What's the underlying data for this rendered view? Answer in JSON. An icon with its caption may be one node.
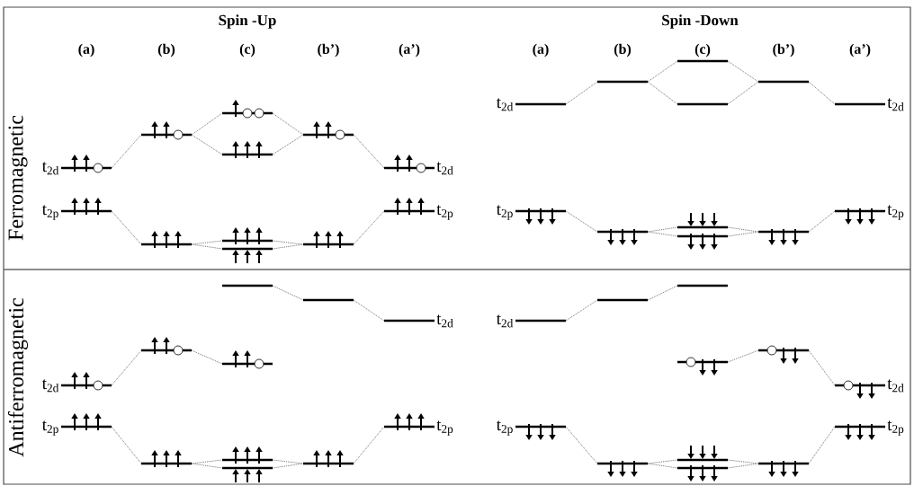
{
  "diagram": {
    "nodes": [
      {
        "text": [],
        "shape": "bar",
        "beside": [
          "t$_{2d}$"
        ]
      },
      {
        "text": [],
        "shape": "bar"
      },
      {
        "text": [],
        "shape": "bar"
      },
      {
        "text": [],
        "shape": "bar"
      },
      {
        "text": [],
        "shape": "bar"
      },
      {
        "text": [],
        "shape": "bar",
        "beside": [
          "t$_{2d}$"
        ]
      },
      {
        "text": [],
        "shape": "bar",
        "beside": [
          "t$_{2p}$"
        ]
      },
      {
        "text": [],
        "shape": "bar"
      },
      {
        "text": [],
        "shape": "bar"
      },
      {
        "text": [],
        "shape": "bar"
      },
      {
        "text": [],
        "shape": "bar"
      },
      {
        "text": [],
        "shape": "bar",
        "beside": [
          "t$_{2p}$"
        ]
      },
      {
        "text": [],
        "shape": "bar",
        "beside": [
          "t$_{2d}$"
        ]
      },
      {
        "text": [],
        "shape": "bar"
      },
      {
        "text": [],
        "shape": "bar"
      },
      {
        "text": [],
        "shape": "bar"
      },
      {
        "text": [],
        "shape": "bar"
      },
      {
        "text": [],
        "shape": "bar",
        "beside": [
          "t$_{2d}$"
        ]
      },
      {
        "text": [],
        "shape": "bar",
        "beside": [
          "t$_{2p}$"
        ]
      },
      {
        "text": [],
        "shape": "bar"
      },
      {
        "text": [],
        "shape": "bar"
      },
      {
        "text": [],
        "shape": "bar"
      },
      {
        "text": [],
        "shape": "bar"
      },
      {
        "text": [],
        "shape": "bar",
        "beside": [
          "t$_{2p}$"
        ]
      },
      {
        "text": [],
        "shape": "bar"
      },
      {
        "text": [],
        "shape": "bar"
      },
      {
        "text": [],
        "shape": "bar",
        "beside": [
          "t$_{2d}$"
        ]
      },
      {
        "text": [],
        "shape": "bar",
        "beside": [
          "t$_{2d}$"
        ]
      },
      {
        "text": [],
        "shape": "bar"
      },
      {
        "text": [],
        "shape": "bar"
      },
      {
        "text": [],
        "shape": "bar",
        "beside": [
          "t$_{2p}$"
        ]
      },
      {
        "text": [],
        "shape": "bar"
      },
      {
        "text": [],
        "shape": "bar"
      },
      {
        "text": [],
        "shape": "bar"
      },
      {
        "text": [],
        "shape": "bar"
      },
      {
        "text": [],
        "shape": "bar",
        "beside": [
          "t$_{2p}$"
        ]
      },
      {
        "text": [],
        "shape": "bar",
        "beside": [
          "t$_{2d}$"
        ]
      },
      {
        "text": [],
        "shape": "bar"
      },
      {
        "text": [],
        "shape": "bar"
      },
      {
        "text": [],
        "shape": "bar"
      },
      {
        "text": [],
        "shape": "bar"
      },
      {
        "text": [],
        "shape": "bar",
        "beside": [
          "t$_{2d}$"
        ]
      },
      {
        "text": [],
        "shape": "bar",
        "beside": [
          "t$_{2p}$"
        ]
      },
      {
        "text": [],
        "shape": "bar"
      },
      {
        "text": [],
        "shape": "bar"
      },
      {
        "text": [],
        "shape": "bar"
      },
      {
        "text": [],
        "shape": "bar"
      },
      {
        "text": [],
        "shape": "bar",
        "beside": [
          "t$_{2p}$"
        ]
      }
    ],
    "edges": [
      {
        "from": 0,
        "to": 1,
        "arrow": "none"
      },
      {
        "from": 1,
        "to": 2,
        "arrow": "none"
      },
      {
        "from": 1,
        "to": 3,
        "arrow": "none"
      },
      {
        "from": 2,
        "to": 4,
        "arrow": "none"
      },
      {
        "from": 3,
        "to": 4,
        "arrow": "none"
      },
      {
        "from": 4,
        "to": 5,
        "arrow": "none"
      },
      {
        "from": 6,
        "to": 7,
        "arrow": "none"
      },
      {
        "from": 7,
        "to": 8,
        "arrow": "none"
      },
      {
        "from": 7,
        "to": 9,
        "arrow": "none"
      },
      {
        "from": 8,
        "to": 10,
        "arrow": "none"
      },
      {
        "from": 9,
        "to": 10,
        "arrow": "none"
      },
      {
        "from": 10,
        "to": 11,
        "arrow": "none"
      },
      {
        "from": 12,
        "to": 13,
        "arrow": "none"
      },
      {
        "from": 13,
        "to": 14,
        "arrow": "none"
      },
      {
        "from": 13,
        "to": 15,
        "arrow": "none"
      },
      {
        "from": 14,
        "to": 16,
        "arrow": "none"
      },
      {
        "from": 15,
        "to": 16,
        "arrow": "none"
      },
      {
        "from": 16,
        "to": 17,
        "arrow": "none"
      },
      {
        "from": 18,
        "to": 19,
        "arrow": "none"
      },
      {
        "from": 19,
        "to": 20,
        "arrow": "none"
      },
      {
        "from": 19,
        "to": 21,
        "arrow": "none"
      },
      {
        "from": 20,
        "to": 22,
        "arrow": "none"
      },
      {
        "from": 21,
        "to": 22,
        "arrow": "none"
      },
      {
        "from": 22,
        "to": 23,
        "arrow": "none"
      },
      {
        "from": 24,
        "to": 25,
        "arrow": "none"
      },
      {
        "from": 25,
        "to": 26,
        "arrow": "none"
      },
      {
        "from": 27,
        "to": 28,
        "arrow": "none"
      },
      {
        "from": 28,
        "to": 29,
        "arrow": "none"
      },
      {
        "from": 30,
        "to": 31,
        "arrow": "none"
      },
      {
        "from": 31,
        "to": 32,
        "arrow": "none"
      },
      {
        "from": 31,
        "to": 33,
        "arrow": "none"
      },
      {
        "from": 32,
        "to": 34,
        "arrow": "none"
      },
      {
        "from": 33,
        "to": 34,
        "arrow": "none"
      },
      {
        "from": 34,
        "to": 35,
        "arrow": "none"
      },
      {
        "from": 36,
        "to": 37,
        "arrow": "none"
      },
      {
        "from": 37,
        "to": 38,
        "arrow": "none"
      },
      {
        "from": 39,
        "to": 40,
        "arrow": "none"
      },
      {
        "from": 40,
        "to": 41,
        "arrow": "none"
      },
      {
        "from": 42,
        "to": 43,
        "arrow": "none"
      },
      {
        "from": 43,
        "to": 44,
        "arrow": "none"
      },
      {
        "from": 43,
        "to": 45,
        "arrow": "none"
      },
      {
        "from": 44,
        "to": 46,
        "arrow": "none"
      },
      {
        "from": 45,
        "to": 46,
        "arrow": "none"
      },
      {
        "from": 46,
        "to": 47,
        "arrow": "none"
      }
    ],
    "labels": [
      "Spin -Up",
      "(a)",
      "(b)",
      "(c)",
      "(b’)",
      "(a’)",
      "Spin -Down",
      "(a)",
      "(b)",
      "(c)",
      "(b’)",
      "(a’)",
      "Ferromagnetic",
      "Antiferromagnetic"
    ]
  }
}
